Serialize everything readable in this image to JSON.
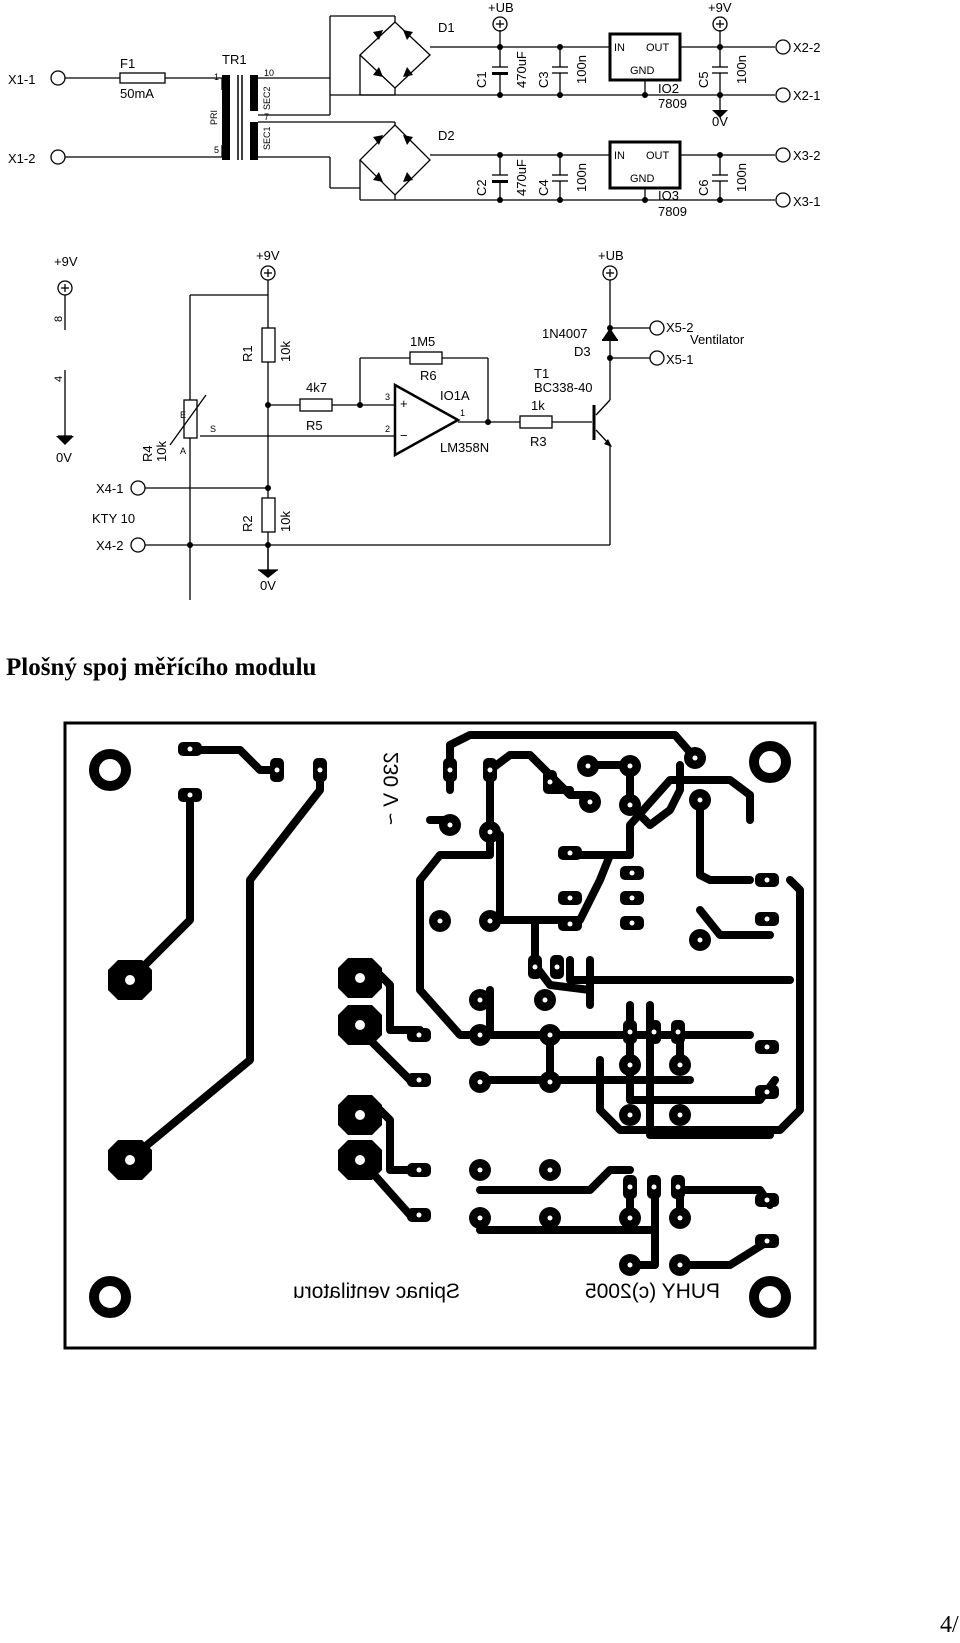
{
  "schematic_power": {
    "x1_1": "X1-1",
    "x1_2": "X1-2",
    "f1": "F1",
    "f1_value": "50mA",
    "tr1": "TR1",
    "pri": "PRI",
    "sec1": "SEC1",
    "sec2": "SEC2",
    "pin1": "1",
    "pin5": "5",
    "pin10": "10",
    "pin7": "7",
    "d1": "D1",
    "d2": "D2",
    "plus_ub": "+UB",
    "plus_9v": "+9V",
    "c1": "C1",
    "c2": "C2",
    "c3": "C3",
    "c4": "C4",
    "c5": "C5",
    "c6": "C6",
    "cap_470": "470uF",
    "cap_100n": "100n",
    "reg_in": "IN",
    "reg_out": "OUT",
    "reg_gnd": "GND",
    "io2": "IO2",
    "io3": "IO3",
    "reg_type": "7809",
    "zero_v": "0V",
    "x2_2": "X2-2",
    "x2_1": "X2-1",
    "x3_2": "X3-2",
    "x3_1": "X3-1"
  },
  "schematic_control": {
    "plus_9v": "+9V",
    "plus_ub": "+UB",
    "zero_v": "0V",
    "pin8": "8",
    "pin4": "4",
    "r1": "R1",
    "r1_val": "10k",
    "r2": "R2",
    "r2_val": "10k",
    "r4": "R4",
    "r4_val": "10k",
    "pot_e": "E",
    "pot_s": "S",
    "pot_a": "A",
    "r5": "R5",
    "r5_val": "4k7",
    "r6": "R6",
    "r6_val": "1M5",
    "r3": "R3",
    "r3_val": "1k",
    "io1a": "IO1A",
    "lm358": "LM358N",
    "plus": "+",
    "minus": "−",
    "pin3": "3",
    "pin2": "2",
    "pin1": "1",
    "d3_type": "1N4007",
    "d3": "D3",
    "t1": "T1",
    "t1_type": "BC338-40",
    "x5_2": "X5-2",
    "x5_1": "X5-1",
    "ventilator": "Ventilator",
    "x4_1": "X4-1",
    "x4_2": "X4-2",
    "kty": "KTY 10"
  },
  "heading": "Plošný spoj měřícího modulu",
  "pcb": {
    "text_voltage": "230 V ~",
    "text_title": "Spinac ventilatoru",
    "text_copyright": "PUHY (c)2005"
  },
  "page_number": "4/"
}
